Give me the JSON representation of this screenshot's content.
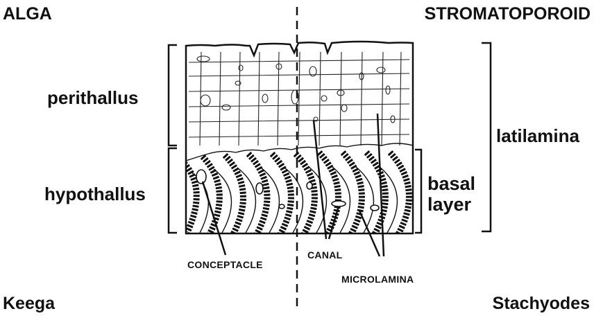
{
  "corners": {
    "top_left": "ALGA",
    "top_right": "STROMATOPOROID",
    "bottom_left": "Keega",
    "bottom_right": "Stachyodes"
  },
  "left_labels": {
    "upper": "perithallus",
    "lower": "hypothallus"
  },
  "right_labels": {
    "outer": "latilamina",
    "inner_line1": "basal",
    "inner_line2": "layer"
  },
  "callouts": {
    "conceptacle": "CONCEPTACLE",
    "canal": "CANAL",
    "microlamina": "MICROLAMINA"
  },
  "colors": {
    "ink": "#111111",
    "background": "#ffffff"
  }
}
